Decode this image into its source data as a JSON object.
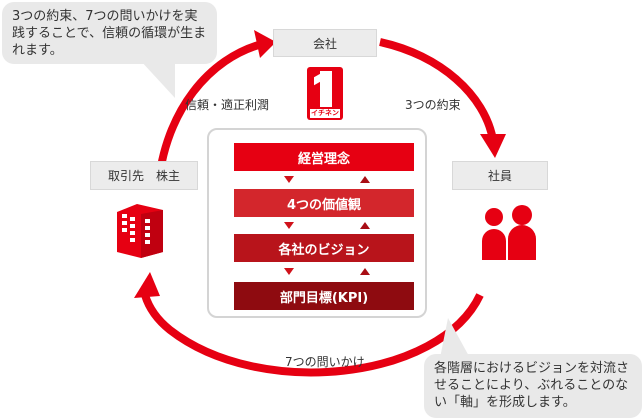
{
  "bubble_top": "3つの約束、7つの問いかけを実践することで、信頼の循環が生まれます。",
  "bubble_bottom": "各階層におけるビジョンを対流させることにより、ぶれることのない「軸」を形成します。",
  "nodes": {
    "company": "会社",
    "partners": "取引先　株主",
    "employees": "社員"
  },
  "arc_labels": {
    "trust": "信頼・適正利潤",
    "promises": "3つの約束",
    "questions": "7つの問いかけ"
  },
  "logo_text": "イチネン",
  "hierarchy": [
    "経営理念",
    "4つの価値観",
    "各社のビジョン",
    "部門目標(KPI)"
  ],
  "colors": {
    "red": "#e60012",
    "bar1": "#e60012",
    "bar2": "#d3262c",
    "bar3": "#b8141b",
    "bar4": "#8e0b10"
  }
}
